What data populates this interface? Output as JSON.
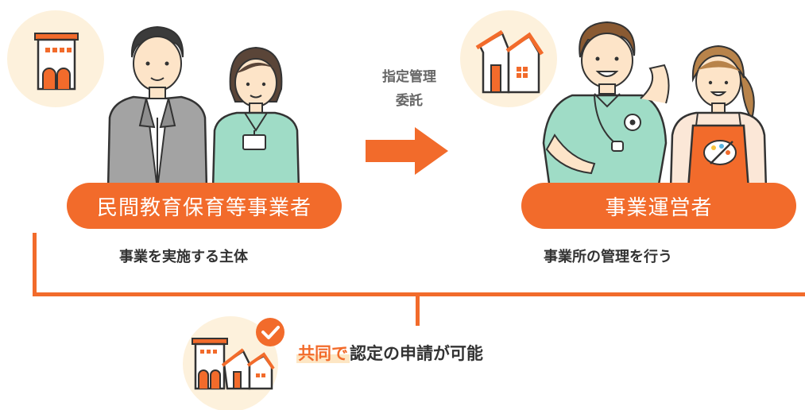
{
  "left": {
    "pill_label": "民間教育保育等事業者",
    "caption": "事業を実施する主体"
  },
  "middle": {
    "label_line1": "指定管理",
    "label_line2": "委託"
  },
  "right": {
    "pill_label": "事業運営者",
    "caption": "事業所の管理を行う"
  },
  "result": {
    "highlight": "共同で",
    "text": "認定の申請が可能"
  },
  "colors": {
    "accent": "#f26b2b",
    "circle_bg": "#fdf1dc",
    "highlight_bg": "#fde6c4"
  }
}
